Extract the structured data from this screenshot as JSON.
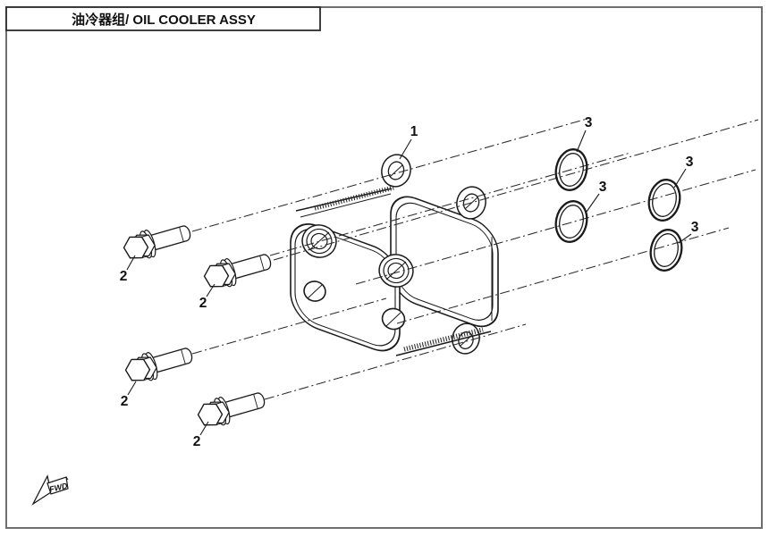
{
  "header": {
    "title": "油冷器组/ OIL COOLER ASSY",
    "title_zh": "油冷器组",
    "title_en": "OIL COOLER ASSY"
  },
  "diagram": {
    "type": "exploded-parts-diagram",
    "fwd_label": "FWD",
    "colors": {
      "line": "#1a1a1a",
      "border": "#6e6e6e",
      "background": "#ffffff"
    },
    "callouts": {
      "c1": {
        "text": "1"
      },
      "c2a": {
        "text": "2"
      },
      "c2b": {
        "text": "2"
      },
      "c2c": {
        "text": "2"
      },
      "c2d": {
        "text": "2"
      },
      "c3a": {
        "text": "3"
      },
      "c3b": {
        "text": "3"
      },
      "c3c": {
        "text": "3"
      },
      "c3d": {
        "text": "3"
      }
    },
    "parts_shown": {
      "callout_1_count": 1,
      "callout_2_count": 4,
      "callout_3_count": 4
    }
  }
}
